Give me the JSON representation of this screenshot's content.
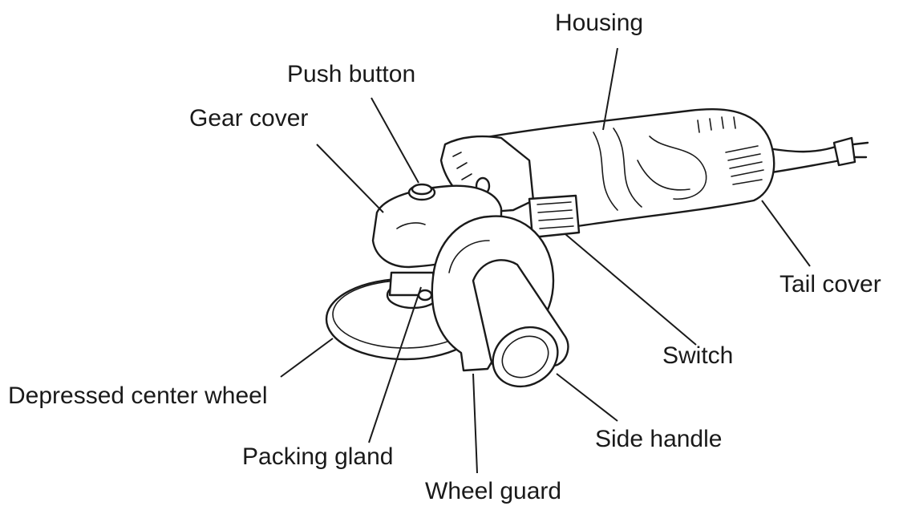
{
  "labels": {
    "housing": "Housing",
    "push_button": "Push button",
    "gear_cover": "Gear cover",
    "tail_cover": "Tail cover",
    "switch": "Switch",
    "depressed_center_wheel": "Depressed center wheel",
    "side_handle": "Side handle",
    "packing_gland": "Packing gland",
    "wheel_guard": "Wheel guard"
  }
}
